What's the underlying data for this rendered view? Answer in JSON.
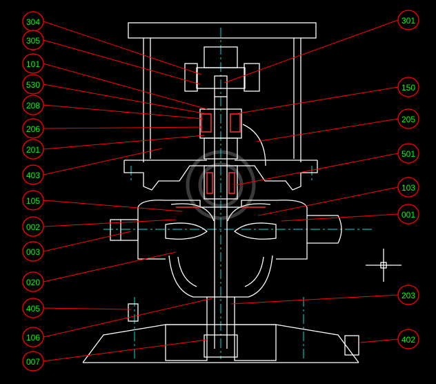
{
  "drawing": {
    "colors": {
      "background": "#000000",
      "outline": "#ffffff",
      "leader": "#ff0000",
      "balloon_border": "#ff0000",
      "balloon_text": "#00ff00",
      "centerline": "#00ffff",
      "hatch": "#ff2020",
      "watermark": "#808080"
    },
    "callouts_left": [
      {
        "label": "304"
      },
      {
        "label": "305"
      },
      {
        "label": "101"
      },
      {
        "label": "530"
      },
      {
        "label": "208"
      },
      {
        "label": "206"
      },
      {
        "label": "201"
      },
      {
        "label": "403"
      },
      {
        "label": "105"
      },
      {
        "label": "002"
      },
      {
        "label": "003"
      },
      {
        "label": "020"
      },
      {
        "label": "405"
      },
      {
        "label": "106"
      },
      {
        "label": "007"
      }
    ],
    "callouts_right": [
      {
        "label": "301"
      },
      {
        "label": "150"
      },
      {
        "label": "205"
      },
      {
        "label": "501"
      },
      {
        "label": "103"
      },
      {
        "label": "001"
      },
      {
        "label": "203"
      },
      {
        "label": "402"
      }
    ]
  }
}
